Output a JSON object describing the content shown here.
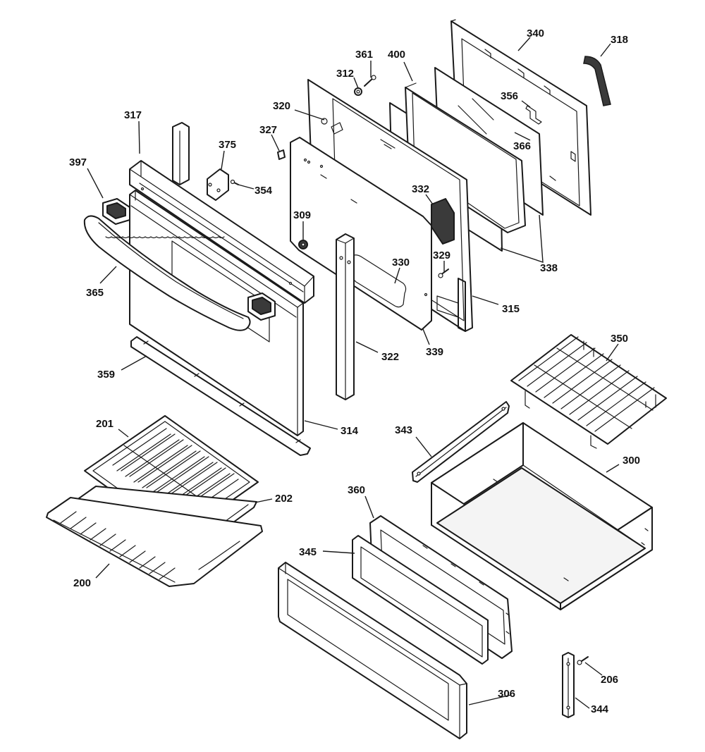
{
  "labels": [
    {
      "id": "340",
      "text": "340"
    },
    {
      "id": "318",
      "text": "318"
    },
    {
      "id": "361",
      "text": "361"
    },
    {
      "id": "400",
      "text": "400"
    },
    {
      "id": "312",
      "text": "312"
    },
    {
      "id": "356",
      "text": "356"
    },
    {
      "id": "320",
      "text": "320"
    },
    {
      "id": "317",
      "text": "317"
    },
    {
      "id": "327",
      "text": "327"
    },
    {
      "id": "375",
      "text": "375"
    },
    {
      "id": "366",
      "text": "366"
    },
    {
      "id": "397",
      "text": "397"
    },
    {
      "id": "354",
      "text": "354"
    },
    {
      "id": "332",
      "text": "332"
    },
    {
      "id": "309",
      "text": "309"
    },
    {
      "id": "338",
      "text": "338"
    },
    {
      "id": "329",
      "text": "329"
    },
    {
      "id": "330",
      "text": "330"
    },
    {
      "id": "365",
      "text": "365"
    },
    {
      "id": "315",
      "text": "315"
    },
    {
      "id": "339",
      "text": "339"
    },
    {
      "id": "350",
      "text": "350"
    },
    {
      "id": "322",
      "text": "322"
    },
    {
      "id": "359",
      "text": "359"
    },
    {
      "id": "201",
      "text": "201"
    },
    {
      "id": "343",
      "text": "343"
    },
    {
      "id": "314",
      "text": "314"
    },
    {
      "id": "300",
      "text": "300"
    },
    {
      "id": "360",
      "text": "360"
    },
    {
      "id": "202",
      "text": "202"
    },
    {
      "id": "345",
      "text": "345"
    },
    {
      "id": "200",
      "text": "200"
    },
    {
      "id": "206",
      "text": "206"
    },
    {
      "id": "306",
      "text": "306"
    },
    {
      "id": "344",
      "text": "344"
    }
  ],
  "colors": {
    "line": "#1a1a1a",
    "background": "#ffffff"
  }
}
